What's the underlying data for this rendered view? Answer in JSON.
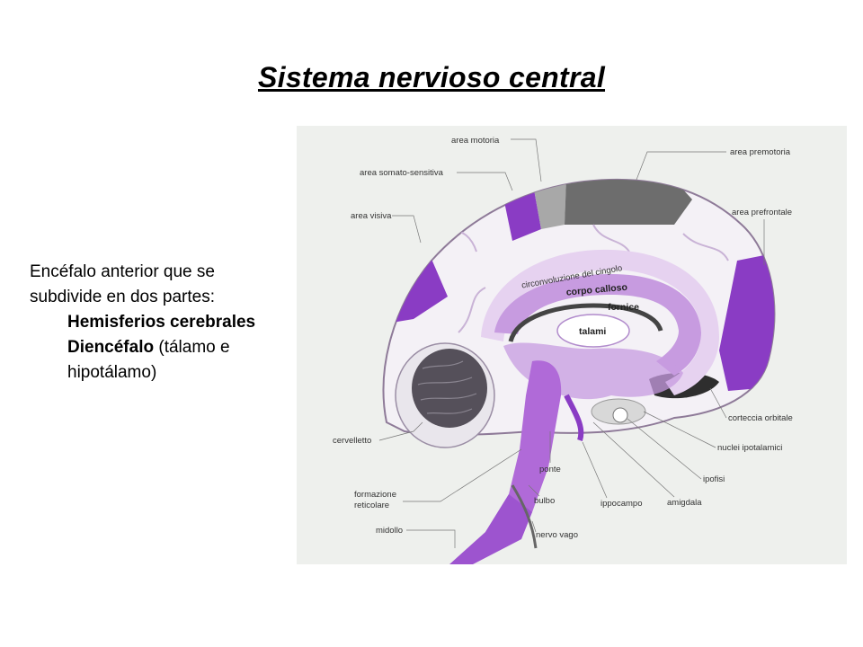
{
  "title": "Sistema nervioso central",
  "text": {
    "line1": "Encéfalo anterior que se",
    "line2": "subdivide en dos partes:",
    "item1": "Hemisferios cerebrales",
    "item2_bold": "Diencéfalo",
    "item2_rest": " (tálamo e",
    "item2_cont": "hipotálamo)"
  },
  "figure": {
    "labels": {
      "area_motoria": "area motoria",
      "area_somato": "area somato-sensitiva",
      "area_visiva": "area visiva",
      "area_premotoria": "area premotoria",
      "area_prefrontale": "area prefrontale",
      "circonvoluzione": "circonvoluzione del cingolo",
      "corpo_calloso": "corpo calloso",
      "fornice": "fornice",
      "talami": "talami",
      "cervelletto": "cervelletto",
      "formazione": "formazione",
      "reticolare": "reticolare",
      "midollo": "midollo",
      "ponte": "ponte",
      "bulbo": "bulbo",
      "nervo_vago": "nervo vago",
      "ippocampo": "ippocampo",
      "amigdala": "amigdala",
      "ipofisi": "ipofisi",
      "nuclei": "nuclei ipotalamici",
      "corteccia": "corteccia orbitale"
    },
    "colors": {
      "purple": "#8a3cc4",
      "light_purple": "#c79be0",
      "pale_purple": "#e6d2f0",
      "dark_gray": "#6d6d6d",
      "mid_gray": "#a8a8a8",
      "background": "#eef0ed"
    }
  }
}
